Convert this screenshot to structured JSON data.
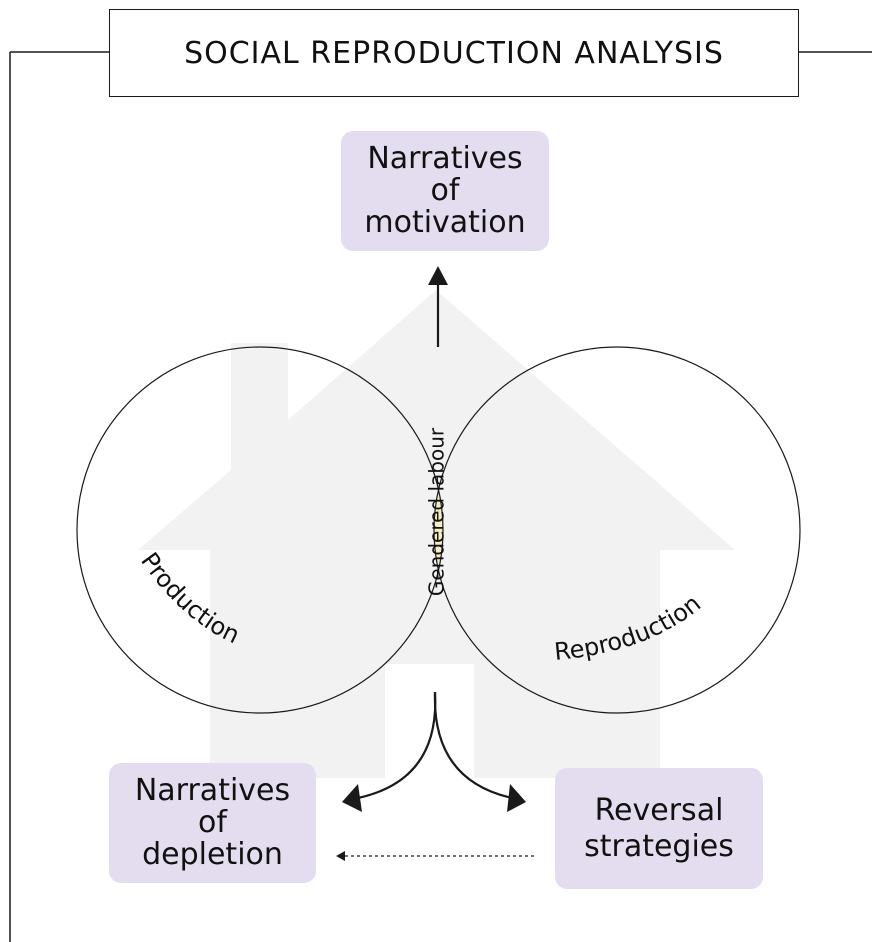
{
  "title": "SOCIAL REPRODUCTION ANALYSIS",
  "circles": {
    "left_label": "Production",
    "right_label": "Reproduction",
    "intersection_label": "Gendered labour"
  },
  "nodes": {
    "motivation": {
      "lines": [
        "Narratives",
        "of",
        "motivation"
      ]
    },
    "depletion": {
      "lines": [
        "Narratives",
        "of",
        "depletion"
      ]
    },
    "reversal": {
      "lines": [
        "Reversal",
        "strategies"
      ]
    }
  },
  "colors": {
    "node_fill": "#e4ddf0",
    "intersection_fill": "#f4ecc2",
    "house_fill": "#f2f2f2",
    "line": "#1a1a1a"
  },
  "icons": {
    "background": "house-icon"
  }
}
